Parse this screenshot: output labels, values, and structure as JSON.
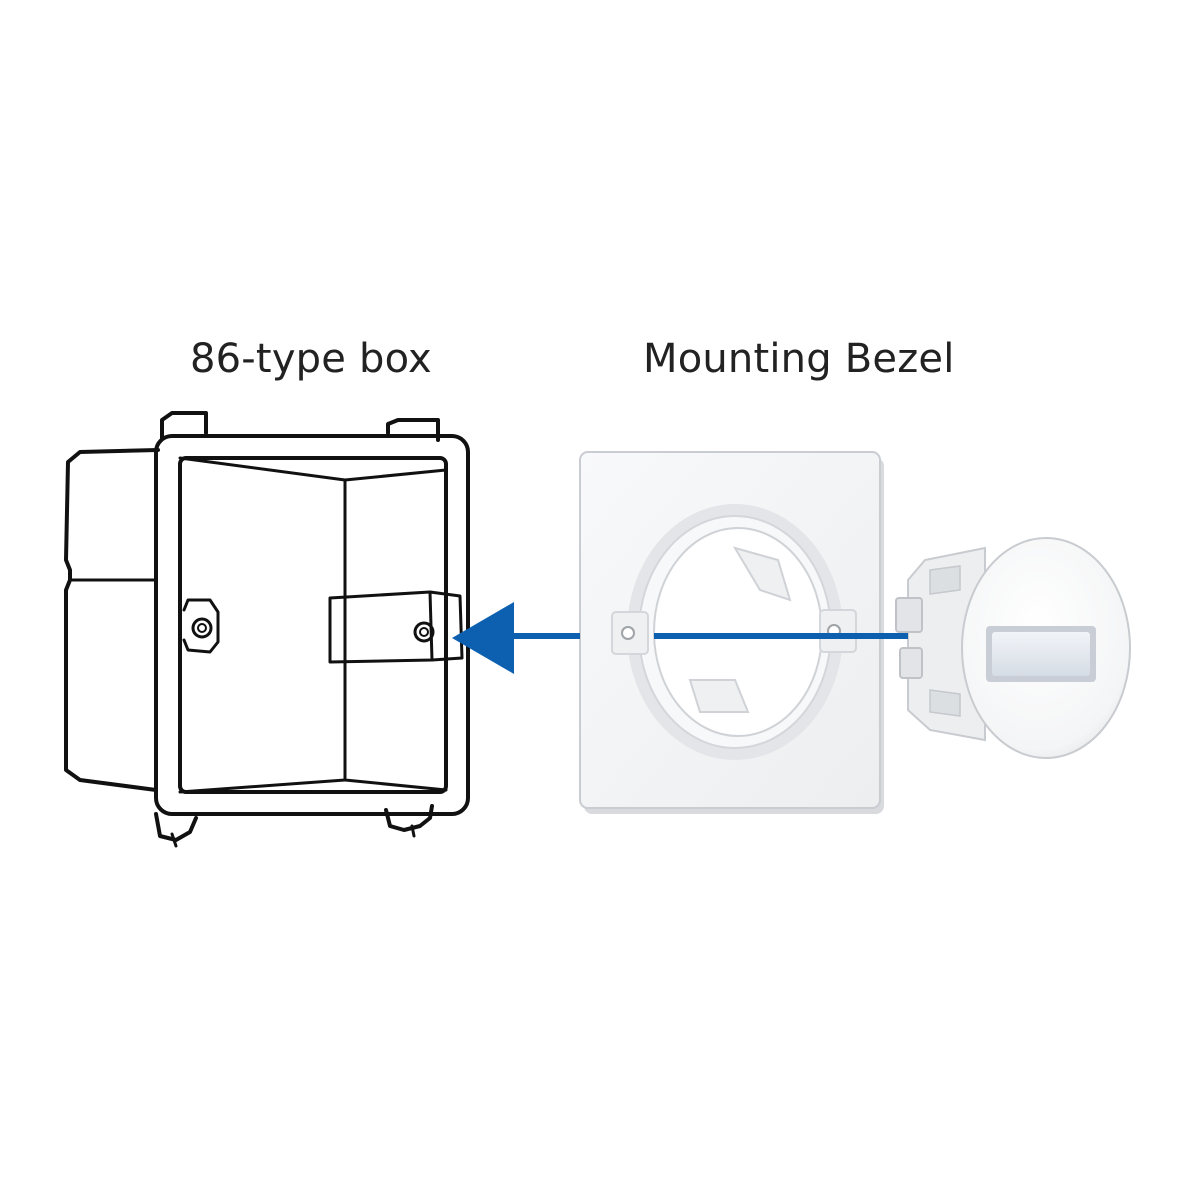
{
  "labels": {
    "box": "86-type box",
    "bezel": "Mounting Bezel"
  },
  "colors": {
    "arrow": "#0d5fb0",
    "outline": "#111111",
    "bezel_fill": "#f2f3f4",
    "bezel_shadow": "#d4d6d9",
    "lens": "#e4e8ee"
  },
  "icons": {
    "box": "junction-box-outline",
    "bezel": "mounting-bezel",
    "device": "round-step-light",
    "arrow": "arrow-left"
  }
}
